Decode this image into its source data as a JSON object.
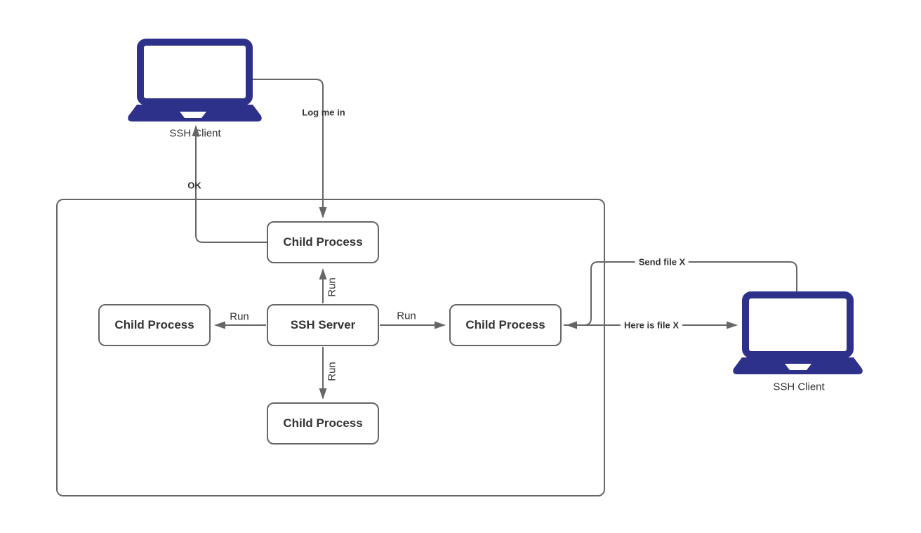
{
  "diagram": {
    "type": "flow-diagram",
    "colors": {
      "stroke": "#666666",
      "text": "#333333",
      "laptop_fill": "#2d3189",
      "node_fill": "#ffffff",
      "background": "#ffffff"
    },
    "nodes": {
      "client_top": {
        "label": "SSH Client"
      },
      "client_right": {
        "label": "SSH Client"
      },
      "child_top": {
        "label": "Child Process"
      },
      "child_left": {
        "label": "Child Process"
      },
      "child_right": {
        "label": "Child Process"
      },
      "child_bottom": {
        "label": "Child Process"
      },
      "server": {
        "label": "SSH Server"
      }
    },
    "edges": {
      "log_me_in": {
        "label": "Log me in"
      },
      "ok": {
        "label": "OK"
      },
      "run_up": {
        "label": "Run"
      },
      "run_down": {
        "label": "Run"
      },
      "run_left": {
        "label": "Run"
      },
      "run_right": {
        "label": "Run"
      },
      "send_file": {
        "label": "Send file X"
      },
      "here_is_file": {
        "label": "Here is file X"
      }
    }
  }
}
